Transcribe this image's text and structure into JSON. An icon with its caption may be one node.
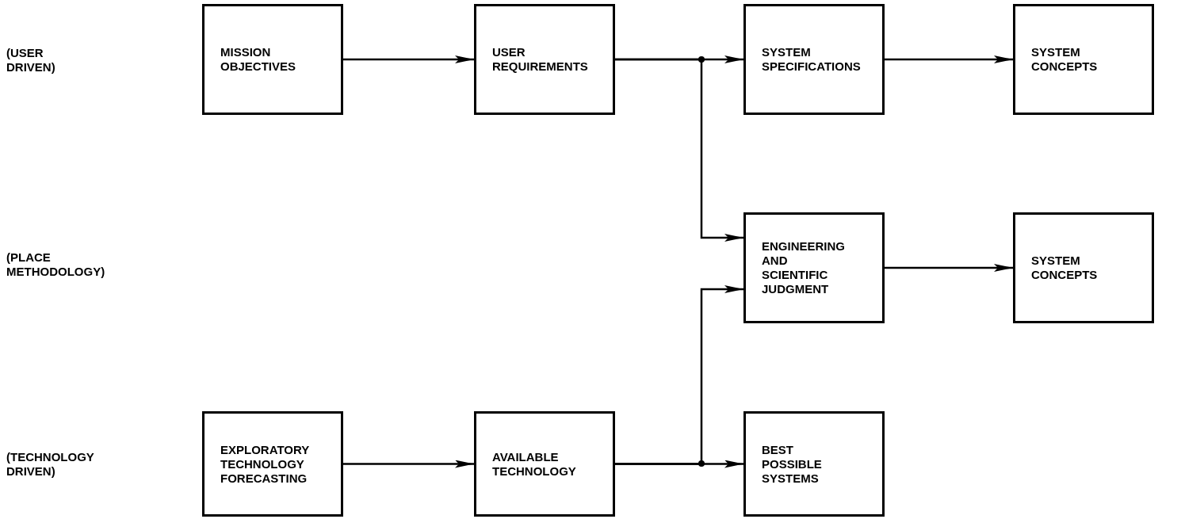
{
  "diagram": {
    "nodes": [
      {
        "text": [
          "MISSION OBJECTIVES"
        ]
      },
      {
        "text": [
          "USER REQUIREMENTS"
        ]
      },
      {
        "text": [
          "SYSTEM SPECIFICATIONS"
        ]
      },
      {
        "text": [
          "SYSTEM CONCEPTS"
        ]
      },
      {
        "text": [
          "ENGINEERING AND SCIENTIFIC JUDGMENT"
        ]
      },
      {
        "text": [
          "SYSTEM CONCEPTS"
        ]
      },
      {
        "text": [
          "EXPLORATORY TECHNOLOGY FORECASTING"
        ]
      },
      {
        "text": [
          "AVAILABLE TECHNOLOGY"
        ]
      },
      {
        "text": [
          "BEST POSSIBLE SYSTEMS"
        ]
      }
    ],
    "edges": [
      {
        "from": 0,
        "to": 1,
        "arrow": "to"
      },
      {
        "from": 1,
        "to": 2,
        "arrow": "to"
      },
      {
        "from": 1,
        "to": 4,
        "arrow": "to"
      },
      {
        "from": 2,
        "to": 3,
        "arrow": "to"
      },
      {
        "from": 4,
        "to": 5,
        "arrow": "to"
      },
      {
        "from": 6,
        "to": 7,
        "arrow": "to"
      },
      {
        "from": 7,
        "to": 8,
        "arrow": "to"
      },
      {
        "from": 7,
        "to": 4,
        "arrow": "to"
      }
    ],
    "labels": [
      "(USER DRIVEN)",
      "(PLACE METHODOLOGY)",
      "(TECHNOLOGY DRIVEN)"
    ]
  }
}
